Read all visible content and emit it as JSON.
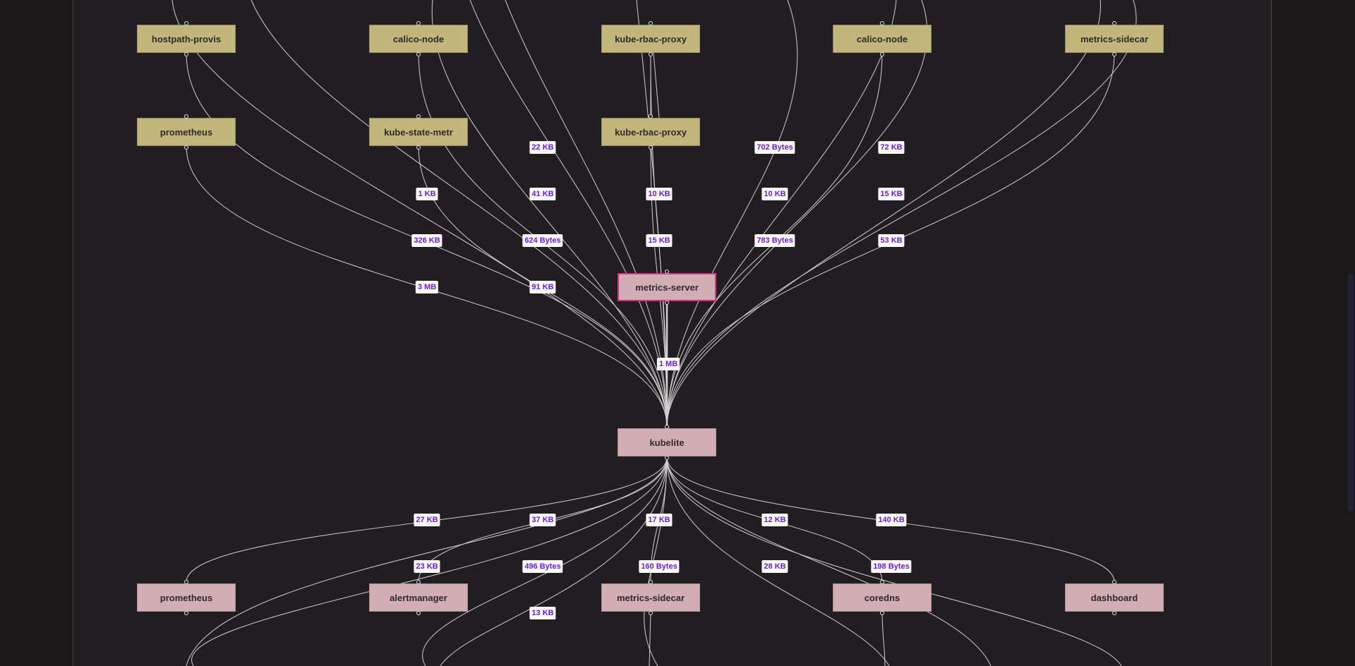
{
  "nodes": [
    {
      "id": "n-hostpath",
      "label": "hostpath-provis",
      "kind": "src"
    },
    {
      "id": "n-calico1",
      "label": "calico-node",
      "kind": "src"
    },
    {
      "id": "n-rbac1",
      "label": "kube-rbac-proxy",
      "kind": "src"
    },
    {
      "id": "n-calico2",
      "label": "calico-node",
      "kind": "src"
    },
    {
      "id": "n-msidecar1",
      "label": "metrics-sidecar",
      "kind": "src"
    },
    {
      "id": "n-prom1",
      "label": "prometheus",
      "kind": "src"
    },
    {
      "id": "n-ksm",
      "label": "kube-state-metr",
      "kind": "src"
    },
    {
      "id": "n-rbac2",
      "label": "kube-rbac-proxy",
      "kind": "src"
    },
    {
      "id": "n-msrv",
      "label": "metrics-server",
      "kind": "sel"
    },
    {
      "id": "n-kubelite",
      "label": "kubelite",
      "kind": "dst"
    },
    {
      "id": "n-prom2",
      "label": "prometheus",
      "kind": "dst"
    },
    {
      "id": "n-alert",
      "label": "alertmanager",
      "kind": "dst"
    },
    {
      "id": "n-msidecar2",
      "label": "metrics-sidecar",
      "kind": "dst"
    },
    {
      "id": "n-coredns",
      "label": "coredns",
      "kind": "dst"
    },
    {
      "id": "n-dash",
      "label": "dashboard",
      "kind": "dst"
    }
  ],
  "edge_labels": [
    {
      "text": "22 KB"
    },
    {
      "text": "702 Bytes"
    },
    {
      "text": "72 KB"
    },
    {
      "text": "1 KB"
    },
    {
      "text": "41 KB"
    },
    {
      "text": "10 KB"
    },
    {
      "text": "10 KB"
    },
    {
      "text": "15 KB"
    },
    {
      "text": "326 KB"
    },
    {
      "text": "624 Bytes"
    },
    {
      "text": "15 KB"
    },
    {
      "text": "783 Bytes"
    },
    {
      "text": "53 KB"
    },
    {
      "text": "3 MB"
    },
    {
      "text": "91 KB"
    },
    {
      "text": "1 MB"
    },
    {
      "text": "27 KB"
    },
    {
      "text": "37 KB"
    },
    {
      "text": "17 KB"
    },
    {
      "text": "12 KB"
    },
    {
      "text": "140 KB"
    },
    {
      "text": "23 KB"
    },
    {
      "text": "496 Bytes"
    },
    {
      "text": "160 Bytes"
    },
    {
      "text": "28 KB"
    },
    {
      "text": "198 Bytes"
    },
    {
      "text": "13 KB"
    }
  ],
  "colors": {
    "background": "#211d20",
    "source_node": "#c2b77a",
    "target_node": "#d2adb3",
    "selected_border": "#d8327e",
    "edge": "#cfcfcf",
    "edge_label_text": "#6a1ad8"
  }
}
